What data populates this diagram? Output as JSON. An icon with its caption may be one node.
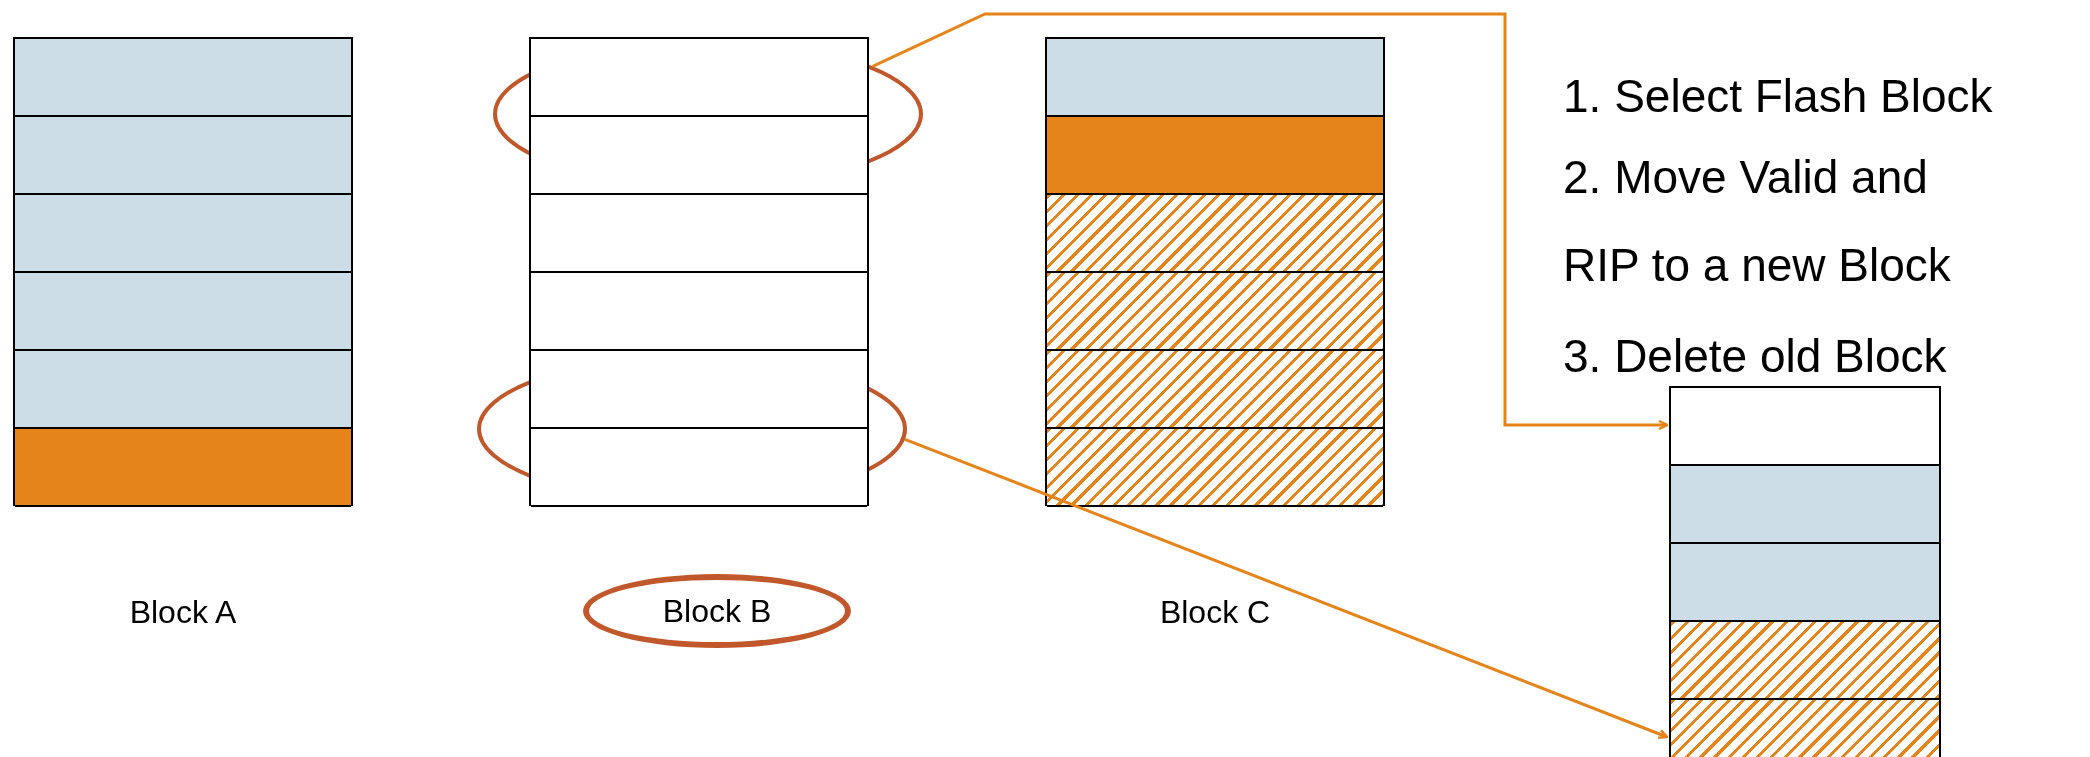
{
  "diagram": {
    "nodes": [
      {
        "text": [],
        "shape": "box",
        "beside": [
          "Block A"
        ]
      },
      {
        "text": [],
        "shape": "box"
      },
      {
        "text": [],
        "shape": "ellipse"
      },
      {
        "text": [],
        "shape": "ellipse"
      },
      {
        "text": [
          "Block B"
        ]
      },
      {
        "text": [],
        "shape": "box",
        "beside": [
          "Block C"
        ]
      },
      {
        "text": [],
        "shape": "box"
      }
    ],
    "edges": [
      {
        "from": 2,
        "to": 6,
        "arrow": "to"
      },
      {
        "from": 3,
        "to": 6,
        "arrow": "to"
      }
    ],
    "labels": [
      "1. Select Flash Block",
      "2. Move Valid and RIP to a new Block",
      "3. Delete old Block"
    ]
  }
}
